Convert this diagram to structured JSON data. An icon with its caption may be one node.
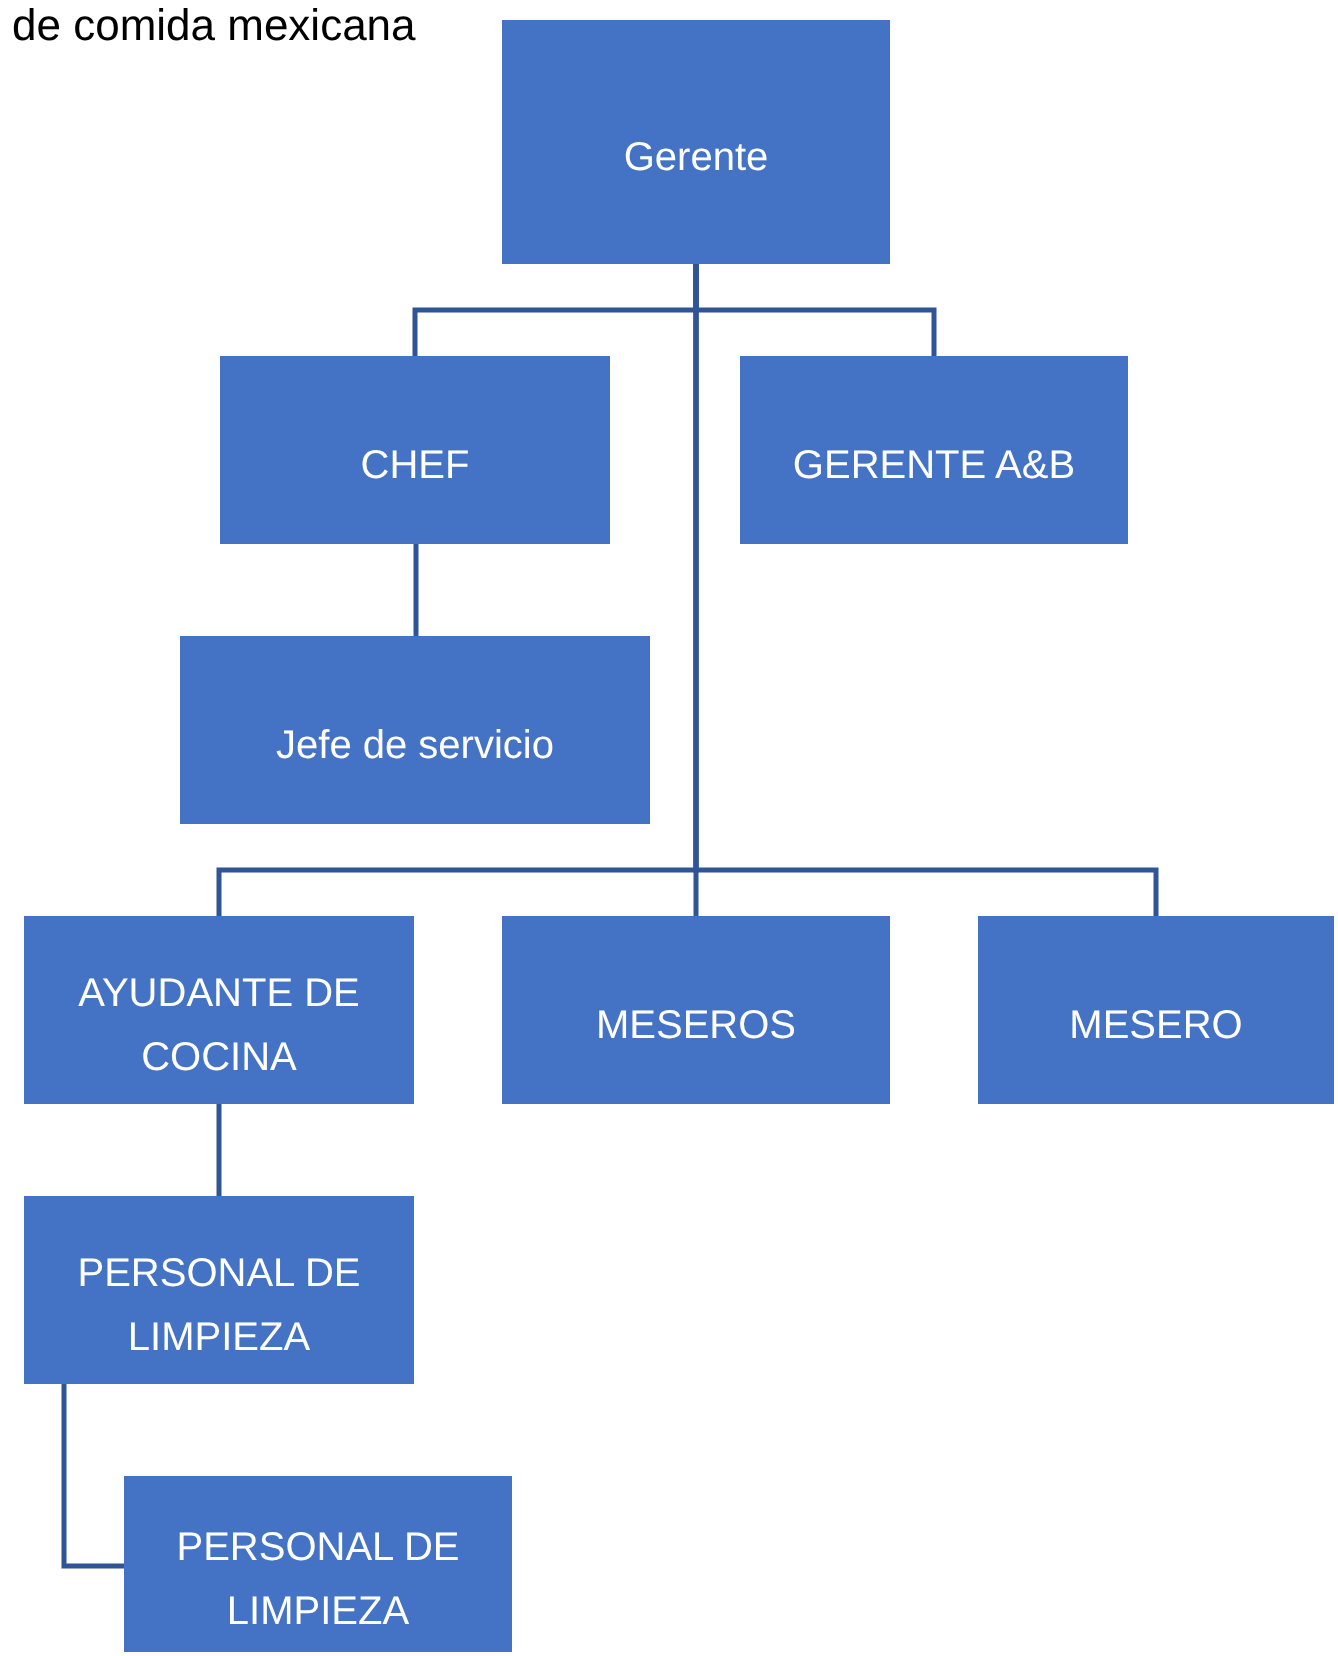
{
  "diagram": {
    "title": "de comida mexicana",
    "nodes": [
      {
        "text": [
          "Gerente"
        ]
      },
      {
        "text": [
          "CHEF"
        ]
      },
      {
        "text": [
          "GERENTE A&B"
        ]
      },
      {
        "text": [
          "Jefe de servicio"
        ]
      },
      {
        "text": [
          "AYUDANTE DE COCINA"
        ]
      },
      {
        "text": [
          "MESEROS"
        ]
      },
      {
        "text": [
          "MESERO"
        ]
      },
      {
        "text": [
          "PERSONAL DE LIMPIEZA"
        ]
      },
      {
        "text": [
          "PERSONAL DE LIMPIEZA"
        ]
      }
    ],
    "edges": [
      {
        "from": 0,
        "to": 1,
        "arrow": "none"
      },
      {
        "from": 0,
        "to": 2,
        "arrow": "none"
      },
      {
        "from": 1,
        "to": 3,
        "arrow": "none"
      },
      {
        "from": 0,
        "to": 4,
        "arrow": "none"
      },
      {
        "from": 0,
        "to": 5,
        "arrow": "none"
      },
      {
        "from": 0,
        "to": 6,
        "arrow": "none"
      },
      {
        "from": 4,
        "to": 7,
        "arrow": "none"
      },
      {
        "from": 7,
        "to": 8,
        "arrow": "none"
      }
    ]
  }
}
